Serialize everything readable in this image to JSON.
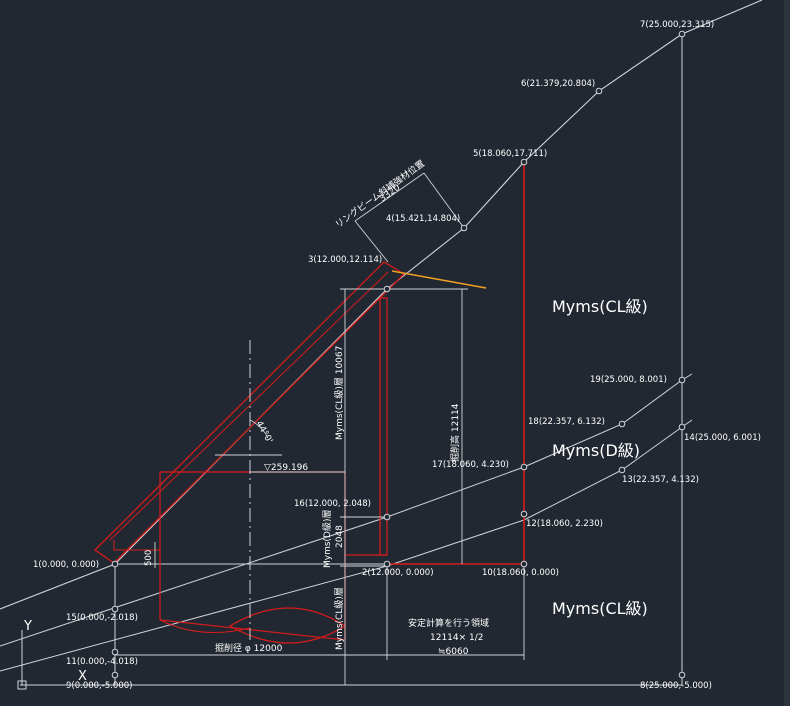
{
  "points": [
    {
      "id": "p1",
      "label": "1(0.000, 0.000)"
    },
    {
      "id": "p2",
      "label": "2(12.000, 0.000)"
    },
    {
      "id": "p3",
      "label": "3(12.000,12.114)"
    },
    {
      "id": "p4",
      "label": "4(15.421,14.804)"
    },
    {
      "id": "p5",
      "label": "5(18.060,17.711)"
    },
    {
      "id": "p6",
      "label": "6(21.379,20.804)"
    },
    {
      "id": "p7",
      "label": "7(25.000,23.315)"
    },
    {
      "id": "p8",
      "label": "8(25.000,-5.000)"
    },
    {
      "id": "p9",
      "label": "9(0.000,-5.000)"
    },
    {
      "id": "p10",
      "label": "10(18.060, 0.000)"
    },
    {
      "id": "p11",
      "label": "11(0.000,-4.018)"
    },
    {
      "id": "p12",
      "label": "12(18.060, 2.230)"
    },
    {
      "id": "p13",
      "label": "13(22.357, 4.132)"
    },
    {
      "id": "p14",
      "label": "14(25.000, 6.001)"
    },
    {
      "id": "p15",
      "label": "15(0.000,-2.018)"
    },
    {
      "id": "p16",
      "label": "16(12.000, 2.048)"
    },
    {
      "id": "p17",
      "label": "17(18.060, 4.230)"
    },
    {
      "id": "p18",
      "label": "18(22.357, 6.132)"
    },
    {
      "id": "p19",
      "label": "19(25.000, 8.001)"
    }
  ],
  "zones": {
    "upper": "Myms(CL級)",
    "middle": "Myms(D級)",
    "lower": "Myms(CL級)"
  },
  "annotations": {
    "ring_beam": "リングビーム斜補強材位置",
    "dim_3320": "3320",
    "water_level": "▽259.196",
    "angle": "44°0'",
    "dim_500": "500",
    "layer_upper": "Myms(CL級)層 10067",
    "layer_d": "Myms(D級)層",
    "layer_d_val": "2048",
    "layer_lower": "Myms(CL級)層",
    "excavation_height": "掘削高 12114",
    "excavation_diameter": "掘削径 φ 12000",
    "stability_title": "安定計算を行う領域",
    "stability_formula": "12114× 1/2",
    "stability_result": "≒6060",
    "axis_y": "Y",
    "axis_x": "X"
  }
}
